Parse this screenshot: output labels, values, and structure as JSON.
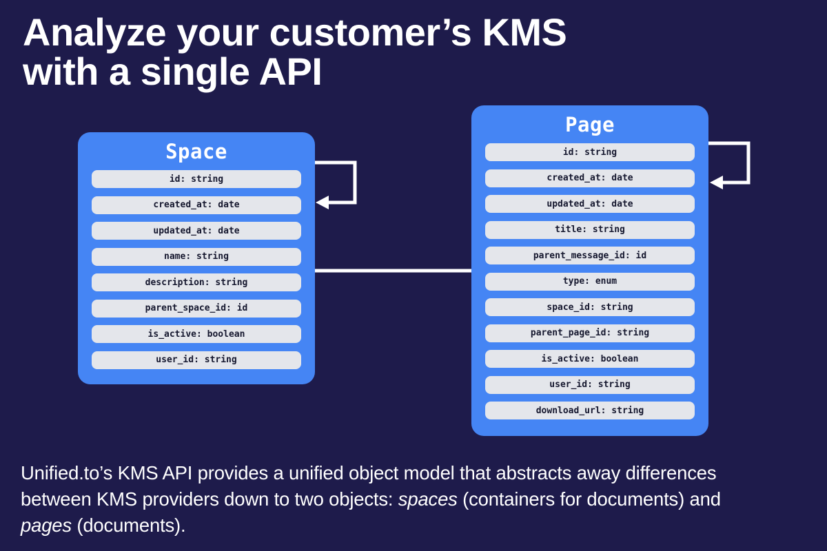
{
  "colors": {
    "background": "#1E1B4B",
    "card": "#4585F4",
    "pill": "#E4E6EB",
    "pillText": "#15172E",
    "line": "#FFFFFF",
    "text": "#FFFFFF"
  },
  "title": {
    "lines": [
      "Analyze your customer’s KMS",
      "with a single API"
    ]
  },
  "entities": [
    {
      "id": "space",
      "name": "Space",
      "fields": [
        "id: string",
        "created_at: date",
        "updated_at: date",
        "name: string",
        "description: string",
        "parent_space_id: id",
        "is_active: boolean",
        "user_id: string"
      ]
    },
    {
      "id": "page",
      "name": "Page",
      "fields": [
        "id: string",
        "created_at: date",
        "updated_at: date",
        "title: string",
        "parent_message_id: id",
        "type: enum",
        "space_id: string",
        "parent_page_id: string",
        "is_active: boolean",
        "user_id: string",
        "download_url: string"
      ]
    }
  ],
  "connectors": {
    "space_self_reference": "self-reference arrow on Space (parent_space_id)",
    "page_self_reference": "self-reference arrow on Page (parent_page_id)",
    "space_page_link": "line linking Space and Page"
  },
  "footer": {
    "segments": [
      {
        "text": "Unified.to’s KMS API provides a unified object model that abstracts away differences",
        "italic": false,
        "break_after": true
      },
      {
        "text": "between KMS providers down to two objects: ",
        "italic": false,
        "break_after": false
      },
      {
        "text": "spaces",
        "italic": true,
        "break_after": false
      },
      {
        "text": " (containers for documents) and",
        "italic": false,
        "break_after": true
      },
      {
        "text": "pages",
        "italic": true,
        "break_after": false
      },
      {
        "text": " (documents).",
        "italic": false,
        "break_after": false
      }
    ]
  }
}
